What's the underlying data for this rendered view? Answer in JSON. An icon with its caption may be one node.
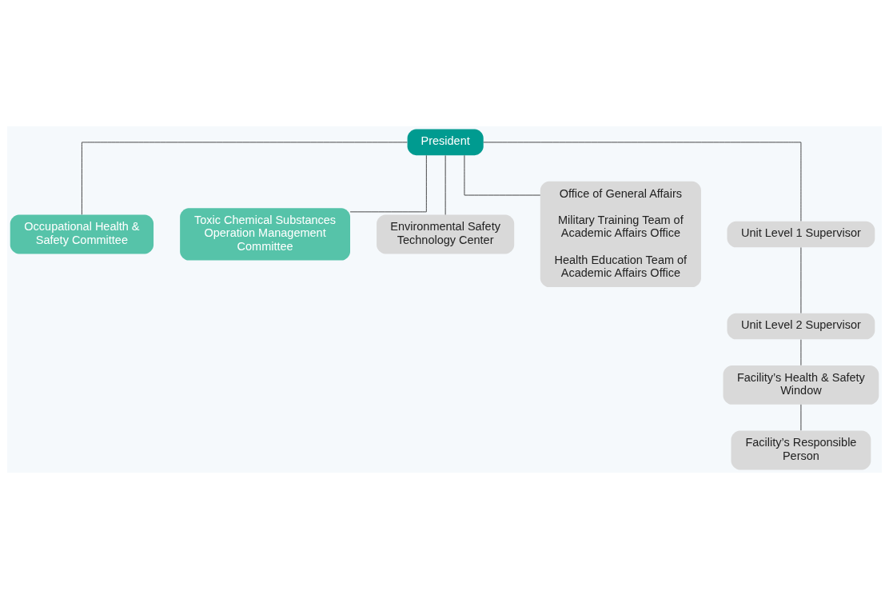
{
  "diagram": {
    "nodes": [
      {
        "text": [
          "President"
        ]
      },
      {
        "text": [
          "Occupational Health & Safety Committee"
        ]
      },
      {
        "text": [
          "Toxic Chemical Substances Operation Management Committee"
        ]
      },
      {
        "text": [
          "Environmental Safety Technology Center"
        ]
      },
      {
        "text": [
          "Office of General Affairs",
          "Military Training Team of Academic Affairs Office",
          "Health Education Team of Academic Affairs Office"
        ]
      },
      {
        "text": [
          "Unit Level 1 Supervisor"
        ]
      },
      {
        "text": [
          "Unit Level 2 Supervisor"
        ]
      },
      {
        "text": [
          "Facility’s Health & Safety Window"
        ]
      },
      {
        "text": [
          "Facility’s Responsible Person"
        ]
      }
    ],
    "edges": [
      {
        "from": 0,
        "to": 1,
        "arrow": "none"
      },
      {
        "from": 0,
        "to": 2,
        "arrow": "none"
      },
      {
        "from": 0,
        "to": 3,
        "arrow": "none"
      },
      {
        "from": 0,
        "to": 4,
        "arrow": "none"
      },
      {
        "from": 0,
        "to": 5,
        "arrow": "none"
      },
      {
        "from": 5,
        "to": 6,
        "arrow": "none"
      },
      {
        "from": 6,
        "to": 7,
        "arrow": "none"
      },
      {
        "from": 7,
        "to": 8,
        "arrow": "none"
      }
    ]
  }
}
